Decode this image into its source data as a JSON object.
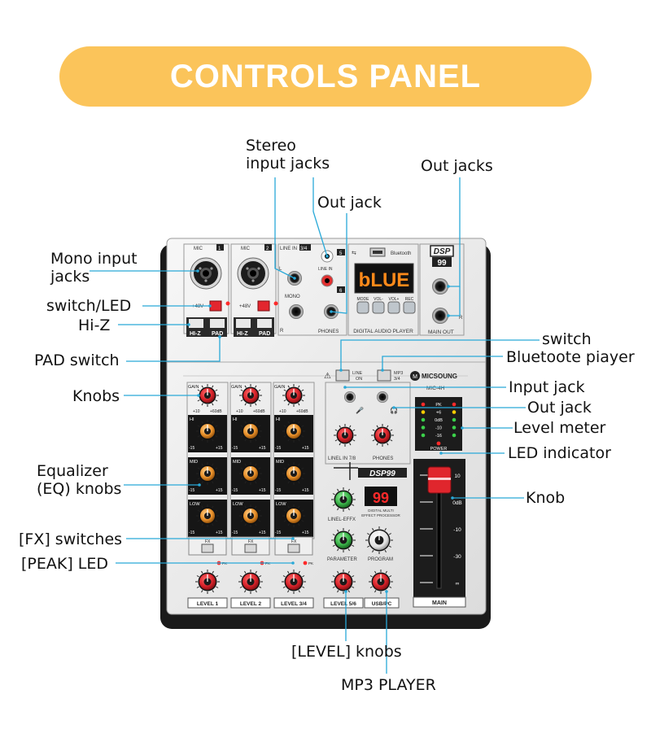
{
  "header": {
    "title": "CONTROLS PANEL"
  },
  "colors": {
    "banner": "#fbc45a",
    "callout_line": "#29a9d8",
    "knob_red": "#d9232a",
    "knob_orange": "#e8902a",
    "knob_green": "#3bb54a",
    "display_orange": "#ff8a1a",
    "display_red": "#ff2a2a"
  },
  "callouts": {
    "stereo_input": "Stereo\ninput jacks",
    "out_jack_top": "Out jack",
    "out_jacks": "Out jacks",
    "mono_input": "Mono input\njacks",
    "switch_led": "switch/LED",
    "hiz": "Hi-Z",
    "pad_switch": "PAD switch",
    "knobs": "Knobs",
    "eq_knobs": "Equalizer\n(EQ) knobs",
    "fx_switches": "[FX] switches",
    "peak_led": "[PEAK] LED",
    "switch": "switch",
    "bluetooth_player": "Bluetoote piayer",
    "input_jack": "Input jack",
    "out_jack": "Out jack",
    "level_meter": "Level meter",
    "led_indicator": "LED indicator",
    "knob": "Knob",
    "level_knobs": "[LEVEL] knobs",
    "mp3_player": "MP3 PLAYER"
  },
  "device": {
    "brand": "MICSOUNG",
    "model": "MIC-4H",
    "dsp_badge_top": "DSP",
    "dsp_badge_num": "99",
    "dsp_strip": "DSP99",
    "bt_display": "bLUE",
    "fx_display": "99",
    "mic1": "MIC",
    "mic1_num": "1",
    "mic2": "MIC",
    "mic2_num": "2",
    "line_in_34": "LINE IN",
    "line_in_34_num": "3/4",
    "line_in": "LINE IN",
    "mono": "MONO",
    "plus48v": "+48V",
    "hiz": "HI-Z",
    "pad": "PAD",
    "phones": "PHONES",
    "digital_audio_player": "DIGITAL AUDIO PLAYER",
    "main_out": "MAIN OUT",
    "bluetooth": "Bluetooth",
    "player_buttons": [
      "MODE",
      "VOL-",
      "VOL+",
      "REC"
    ],
    "line_on": "LINE",
    "on": "ON",
    "mp3_34": "MP3",
    "mp3_34_num": "3/4",
    "gain": "GAIN",
    "gain_scale": [
      "+10",
      "+60dB"
    ],
    "hi": "HI",
    "mid": "MID",
    "low": "LOW",
    "eq_scale": [
      "-15",
      "+15"
    ],
    "fx": "FX",
    "pk": "PK",
    "level_labels": [
      "LEVEL 1",
      "LEVEL 2",
      "LEVEL 3/4",
      "LEVEL 5/6",
      "USB/PC"
    ],
    "line_in_78": "LINEL IN 7/8",
    "phones_label": "PHONES",
    "linel_effx": "LINEL-EFFX",
    "parameter": "PARAMETER",
    "program": "PROGRAM",
    "digital_fx_line1": "DIGITAL MULTI",
    "digital_fx_line2": "EFFECT PROCESSOR",
    "meter_labels": [
      "PK",
      "+6",
      "0dB",
      "-10",
      "-16"
    ],
    "power": "POWER",
    "fader_scale": [
      "10",
      "0dB",
      "-10",
      "-30",
      "∞"
    ],
    "main": "MAIN"
  }
}
